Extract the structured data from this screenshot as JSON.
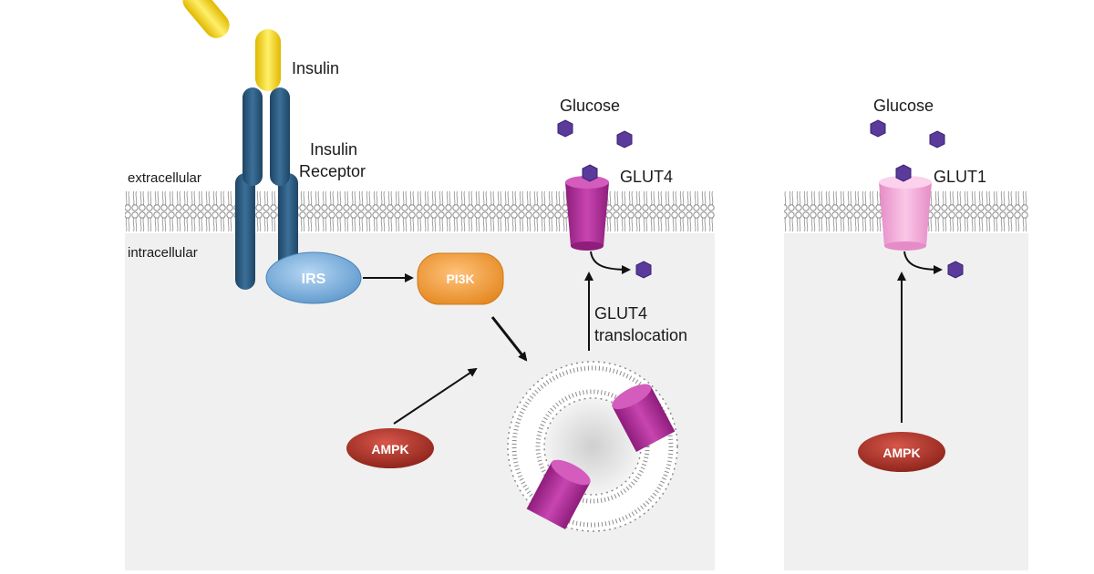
{
  "labels": {
    "insulin": "Insulin",
    "insulin_receptor_line1": "Insulin",
    "insulin_receptor_line2": "Receptor",
    "extracellular": "extracellular",
    "intracellular": "intracellular",
    "glucose_left": "Glucose",
    "glucose_right": "Glucose",
    "glut4": "GLUT4",
    "glut1": "GLUT1",
    "translocation_line1": "GLUT4",
    "translocation_line2": "translocation"
  },
  "nodes": {
    "irs": "IRS",
    "pi3k": "PI3K",
    "ampk_left": "AMPK",
    "ampk_right": "AMPK"
  },
  "colors": {
    "membrane_bg": "#f0f0f0",
    "lipid": "#8c8c8c",
    "receptor": "#2d5a80",
    "insulin": "#f2d21b",
    "irs": "#7fb3e0",
    "pi3k": "#f0a040",
    "ampk": "#b03a2e",
    "glut4": "#b0309a",
    "glut1": "#f2a6d6",
    "glucose": "#5a3a9a"
  }
}
